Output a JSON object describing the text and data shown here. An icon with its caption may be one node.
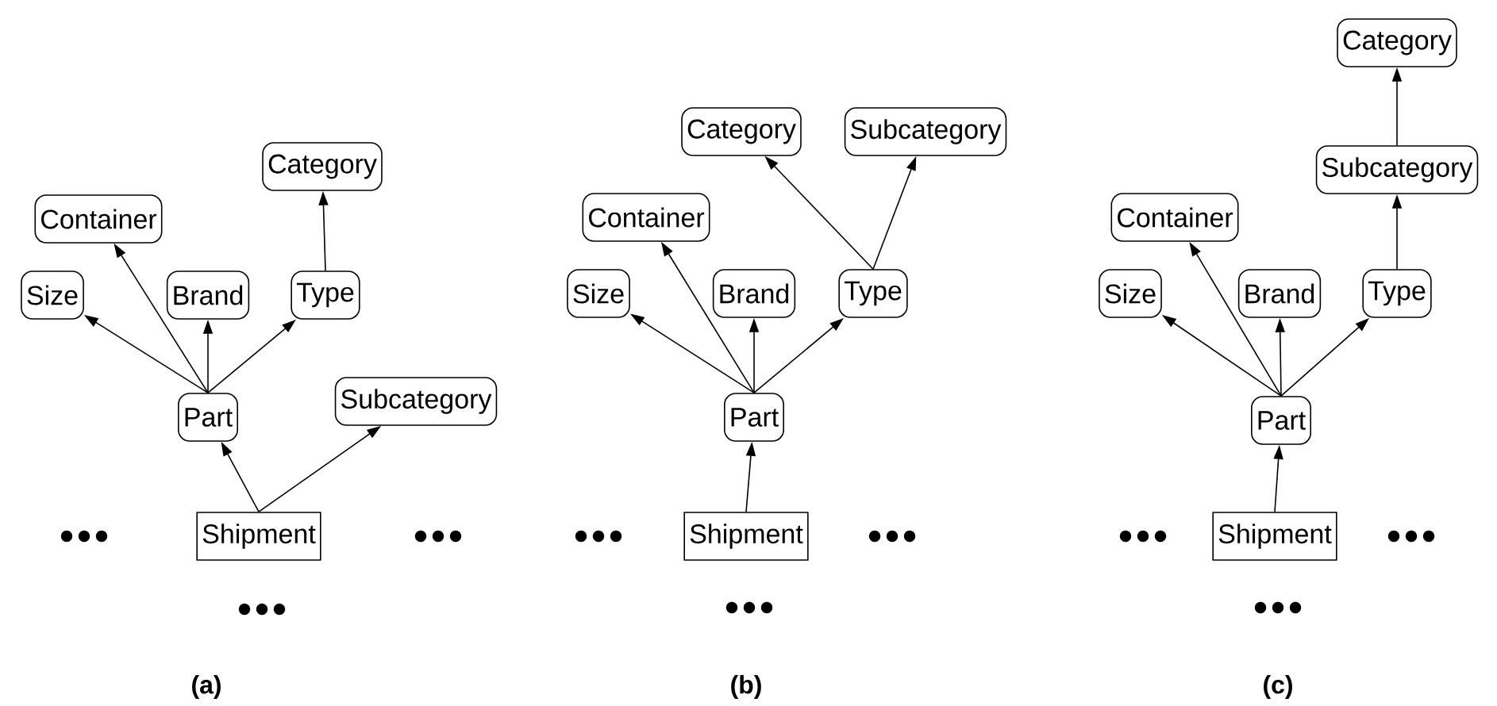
{
  "diagram": {
    "nodes": [
      {
        "text": [
          "Category"
        ]
      },
      {
        "text": [
          "Container"
        ]
      },
      {
        "text": [
          "Size"
        ]
      },
      {
        "text": [
          "Brand"
        ]
      },
      {
        "text": [
          "Type"
        ]
      },
      {
        "text": [
          "Part"
        ]
      },
      {
        "text": [
          "Subcategory"
        ]
      },
      {
        "text": [
          "Shipment"
        ]
      },
      {
        "text": [
          "Category"
        ]
      },
      {
        "text": [
          "Subcategory"
        ]
      },
      {
        "text": [
          "Container"
        ]
      },
      {
        "text": [
          "Size"
        ]
      },
      {
        "text": [
          "Brand"
        ]
      },
      {
        "text": [
          "Type"
        ]
      },
      {
        "text": [
          "Part"
        ]
      },
      {
        "text": [
          "Shipment"
        ]
      },
      {
        "text": [
          "Category"
        ]
      },
      {
        "text": [
          "Subcategory"
        ]
      },
      {
        "text": [
          "Container"
        ]
      },
      {
        "text": [
          "Size"
        ]
      },
      {
        "text": [
          "Brand"
        ]
      },
      {
        "text": [
          "Type"
        ]
      },
      {
        "text": [
          "Part"
        ]
      },
      {
        "text": [
          "Shipment"
        ]
      }
    ],
    "edges": [
      {
        "from": 5,
        "to": 2,
        "arrow": "to"
      },
      {
        "from": 5,
        "to": 1,
        "arrow": "to"
      },
      {
        "from": 5,
        "to": 3,
        "arrow": "to"
      },
      {
        "from": 5,
        "to": 4,
        "arrow": "to"
      },
      {
        "from": 4,
        "to": 0,
        "arrow": "to"
      },
      {
        "from": 7,
        "to": 5,
        "arrow": "to"
      },
      {
        "from": 7,
        "to": 6,
        "arrow": "to"
      },
      {
        "from": 14,
        "to": 11,
        "arrow": "to"
      },
      {
        "from": 14,
        "to": 10,
        "arrow": "to"
      },
      {
        "from": 14,
        "to": 12,
        "arrow": "to"
      },
      {
        "from": 14,
        "to": 13,
        "arrow": "to"
      },
      {
        "from": 13,
        "to": 8,
        "arrow": "to"
      },
      {
        "from": 13,
        "to": 9,
        "arrow": "to"
      },
      {
        "from": 15,
        "to": 14,
        "arrow": "to"
      },
      {
        "from": 22,
        "to": 19,
        "arrow": "to"
      },
      {
        "from": 22,
        "to": 18,
        "arrow": "to"
      },
      {
        "from": 22,
        "to": 20,
        "arrow": "to"
      },
      {
        "from": 22,
        "to": 21,
        "arrow": "to"
      },
      {
        "from": 21,
        "to": 17,
        "arrow": "to"
      },
      {
        "from": 17,
        "to": 16,
        "arrow": "to"
      },
      {
        "from": 23,
        "to": 22,
        "arrow": "to"
      }
    ],
    "labels": [
      "(a)",
      "(b)",
      "(c)"
    ]
  }
}
